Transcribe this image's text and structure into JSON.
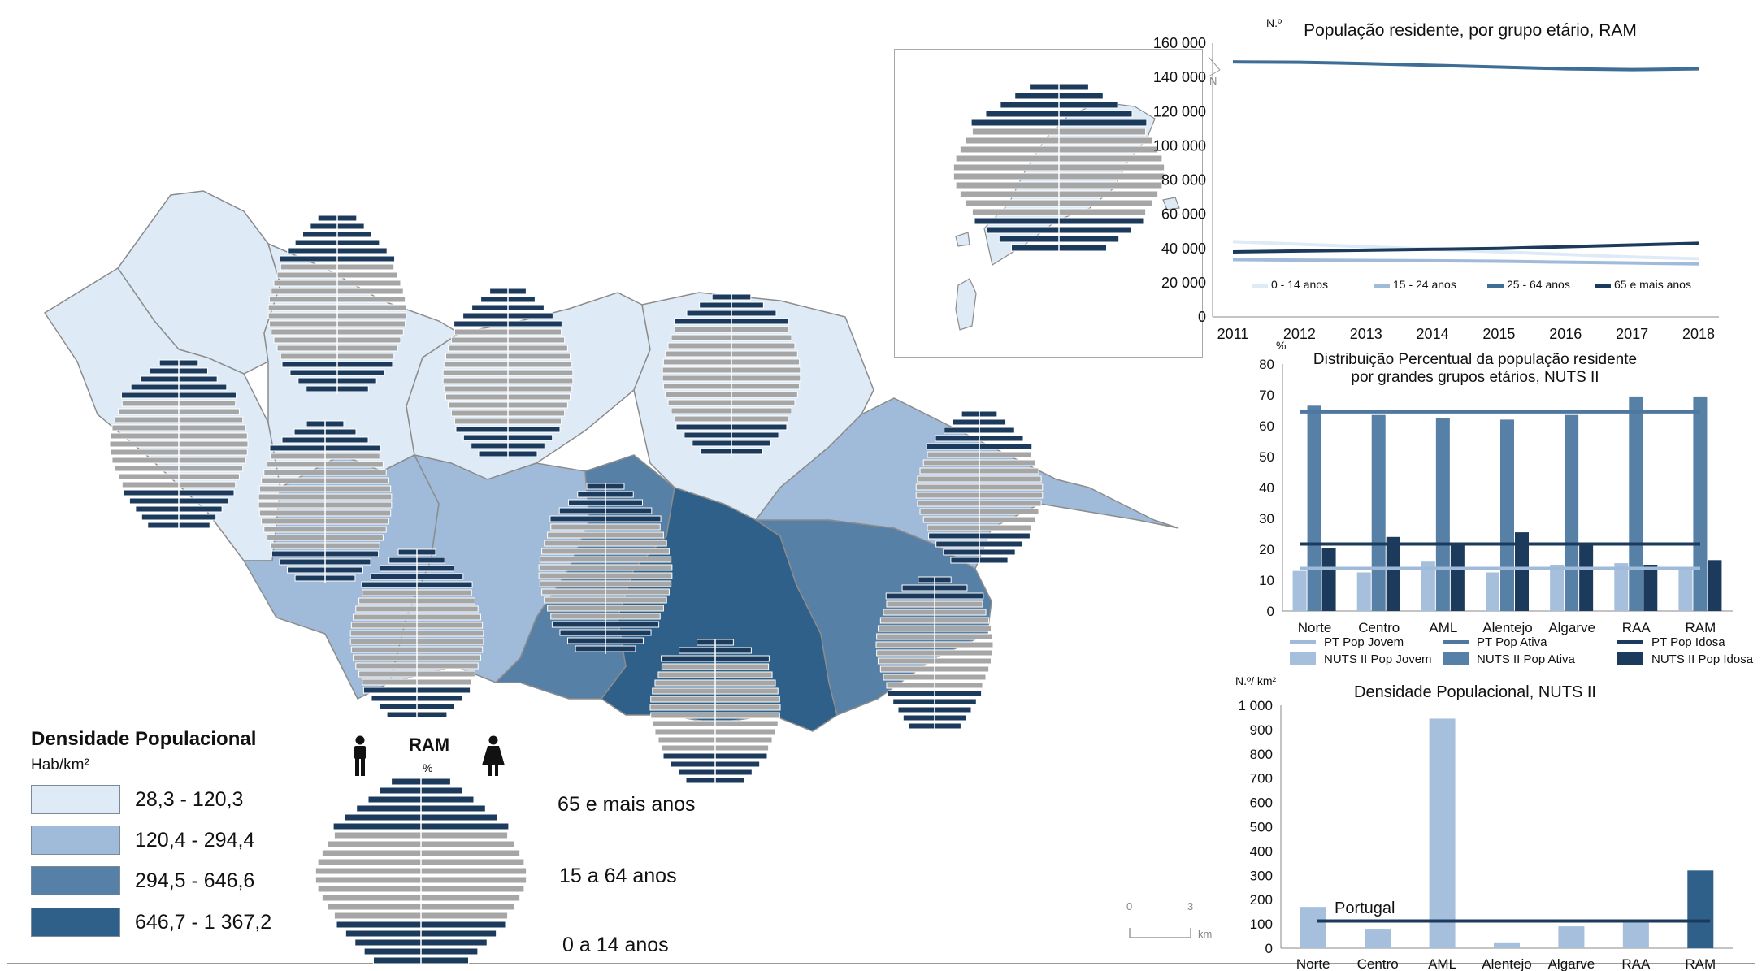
{
  "legend": {
    "title": "Densidade Populacional",
    "unit": "Hab/km²",
    "classes": [
      {
        "label": "28,3 - 120,3",
        "color": "#deebf7"
      },
      {
        "label": "120,4 - 294,4",
        "color": "#9fbbd9"
      },
      {
        "label": "294,5 - 646,6",
        "color": "#5680a6"
      },
      {
        "label": "646,7 - 1 367,2",
        "color": "#2e6089"
      }
    ]
  },
  "pyramid": {
    "title": "RAM",
    "unit": "%",
    "age_labels": [
      "65 e mais anos",
      "15 a 64 anos",
      "0 a 14 anos"
    ],
    "colors": {
      "young_old": "#1c3b5c",
      "active": "#a6a6a6"
    }
  },
  "scale": {
    "start": "0",
    "end": "3",
    "unit": "km"
  },
  "north": "N",
  "annotation": {
    "portugal": "Portugal"
  },
  "chart_data": [
    {
      "type": "line",
      "title": "População residente, por grupo etário, RAM",
      "ylabel": "N.º",
      "x": [
        "2011",
        "2012",
        "2013",
        "2014",
        "2015",
        "2016",
        "2017",
        "2018"
      ],
      "ylim": [
        0,
        160000
      ],
      "yticks": [
        "0",
        "20 000",
        "40 000",
        "60 000",
        "80 000",
        "100 000",
        "120 000",
        "140 000",
        "160 000"
      ],
      "series": [
        {
          "name": "0 - 14 anos",
          "color": "#deebf7",
          "values": [
            44000,
            42500,
            41000,
            39500,
            38000,
            36500,
            35000,
            34000
          ]
        },
        {
          "name": "15 - 24 anos",
          "color": "#9fbbd9",
          "values": [
            33500,
            33200,
            33000,
            32800,
            32500,
            32000,
            31500,
            31000
          ]
        },
        {
          "name": "25 - 64 anos",
          "color": "#3e6d96",
          "values": [
            149000,
            148800,
            148000,
            147000,
            146000,
            145000,
            144500,
            145000
          ]
        },
        {
          "name": "65 e mais anos",
          "color": "#1c3b5c",
          "values": [
            38000,
            38500,
            39000,
            39500,
            40000,
            41000,
            42000,
            43000
          ]
        }
      ],
      "legend": "inside-bottom"
    },
    {
      "type": "bar",
      "title": "Distribuição Percentual da população residente\npor grandes grupos etários, NUTS II",
      "title_lines": [
        "Distribuição Percentual da população residente",
        "por grandes grupos etários, NUTS II"
      ],
      "ylabel": "%",
      "categories": [
        "Norte",
        "Centro",
        "AML",
        "Alentejo",
        "Algarve",
        "RAA",
        "RAM"
      ],
      "ylim": [
        0,
        80
      ],
      "yticks": [
        "0",
        "10",
        "20",
        "30",
        "40",
        "50",
        "60",
        "70",
        "80"
      ],
      "series": [
        {
          "name": "NUTS II Pop Jovem",
          "color": "#a6bfdc",
          "values": [
            13,
            12.5,
            16,
            12.5,
            15,
            15.5,
            14
          ]
        },
        {
          "name": "NUTS II Pop Ativa",
          "color": "#5680a6",
          "values": [
            66.5,
            63.5,
            62.5,
            62,
            63.5,
            69.5,
            69.5
          ]
        },
        {
          "name": "NUTS II Pop Idosa",
          "color": "#1c3b5c",
          "values": [
            20.5,
            24,
            21.5,
            25.5,
            21.5,
            15,
            16.5
          ]
        }
      ],
      "reference_lines": [
        {
          "name": "PT Pop Jovem",
          "color": "#9fbbd9",
          "value": 13.8
        },
        {
          "name": "PT Pop Ativa",
          "color": "#4e78a0",
          "value": 64.5
        },
        {
          "name": "PT Pop Idosa",
          "color": "#1c3b5c",
          "value": 21.7
        }
      ],
      "legend": "bottom"
    },
    {
      "type": "bar",
      "title": "Densidade Populacional, NUTS II",
      "ylabel": "N.º/ km²",
      "categories": [
        "Norte",
        "Centro",
        "AML",
        "Alentejo",
        "Algarve",
        "RAA",
        "RAM"
      ],
      "ylim": [
        0,
        1000
      ],
      "yticks": [
        "0",
        "100",
        "200",
        "300",
        "400",
        "500",
        "600",
        "700",
        "800",
        "900",
        "1 000"
      ],
      "series": [
        {
          "values": [
            170,
            80,
            945,
            24,
            90,
            105,
            320
          ]
        }
      ],
      "bar_colors": [
        "#a6bfdc",
        "#a6bfdc",
        "#a6bfdc",
        "#a6bfdc",
        "#a6bfdc",
        "#a6bfdc",
        "#2e6089"
      ],
      "reference_lines": [
        {
          "name": "Portugal",
          "color": "#1c3b5c",
          "value": 112
        }
      ]
    }
  ]
}
